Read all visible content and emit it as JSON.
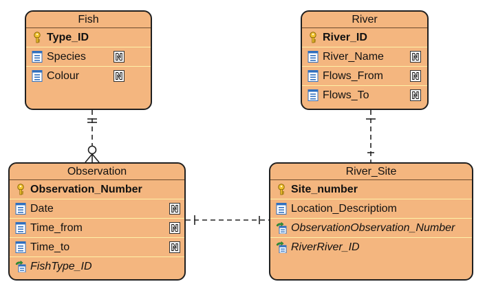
{
  "entities": {
    "fish": {
      "title": "Fish",
      "columns": [
        {
          "name": "Type_ID",
          "kind": "pk",
          "nullable": false
        },
        {
          "name": "Species",
          "kind": "col",
          "nullable": true
        },
        {
          "name": "Colour",
          "kind": "col",
          "nullable": true
        }
      ]
    },
    "river": {
      "title": "River",
      "columns": [
        {
          "name": "River_ID",
          "kind": "pk",
          "nullable": false
        },
        {
          "name": "River_Name",
          "kind": "col",
          "nullable": true
        },
        {
          "name": "Flows_From",
          "kind": "col",
          "nullable": true
        },
        {
          "name": "Flows_To",
          "kind": "col",
          "nullable": true
        }
      ]
    },
    "observation": {
      "title": "Observation",
      "columns": [
        {
          "name": "Observation_Number",
          "kind": "pk",
          "nullable": false
        },
        {
          "name": "Date",
          "kind": "col",
          "nullable": true
        },
        {
          "name": "Time_from",
          "kind": "col",
          "nullable": true
        },
        {
          "name": "Time_to",
          "kind": "col",
          "nullable": true
        },
        {
          "name": "FishType_ID",
          "kind": "fk",
          "nullable": false
        }
      ]
    },
    "river_site": {
      "title": "River_Site",
      "columns": [
        {
          "name": "Site_number",
          "kind": "pk",
          "nullable": false
        },
        {
          "name": "Location_Descriptiom",
          "kind": "col",
          "nullable": false
        },
        {
          "name": "ObservationObservation_Number",
          "kind": "fk",
          "nullable": false
        },
        {
          "name": "RiverRiver_ID",
          "kind": "fk",
          "nullable": false
        }
      ]
    }
  },
  "null_badge": "N",
  "colors": {
    "entity_fill": "#f4b67f",
    "entity_border": "#1f1f1f",
    "connector": "#222222",
    "key_icon": "#f1c232",
    "column_icon": "#2f6fbf"
  }
}
